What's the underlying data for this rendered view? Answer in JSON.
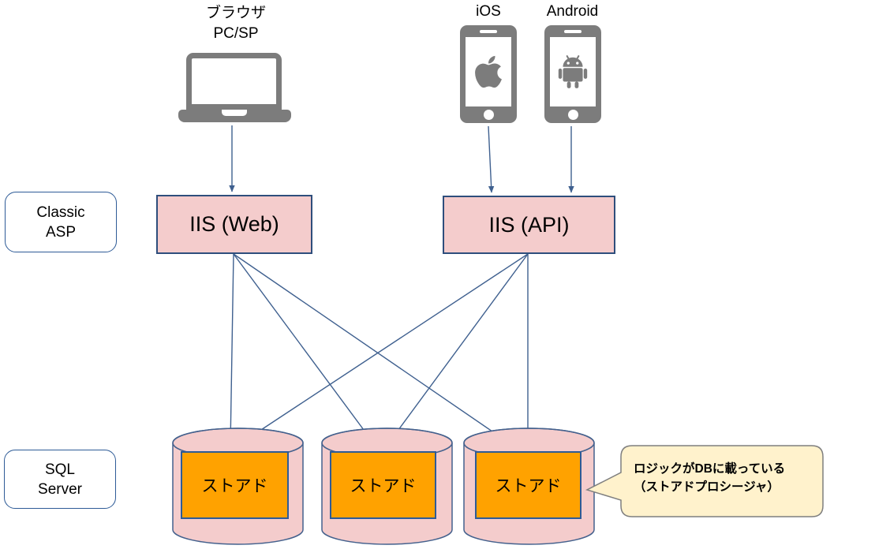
{
  "devices": {
    "browser": {
      "label_line1": "ブラウザ",
      "label_line2": "PC/SP"
    },
    "ios": {
      "label": "iOS"
    },
    "android": {
      "label": "Android"
    }
  },
  "tiers": {
    "classic_asp": {
      "line1": "Classic",
      "line2": "ASP"
    },
    "sql_server": {
      "line1": "SQL",
      "line2": "Server"
    }
  },
  "servers": {
    "web": {
      "label": "IIS (Web)"
    },
    "api": {
      "label": "IIS (API)"
    }
  },
  "databases": [
    {
      "label": "ストアド"
    },
    {
      "label": "ストアド"
    },
    {
      "label": "ストアド"
    }
  ],
  "callout": {
    "line1": "ロジックがDBに載っている",
    "line2": "（ストアドプロシージャ）"
  },
  "icons": {
    "laptop": "laptop-icon",
    "apple": "apple-icon",
    "android_robot": "android-robot-icon",
    "database": "database-cylinder-icon"
  },
  "colors": {
    "box_fill_pink": "#F4CCCC",
    "box_border_navy": "#2E4E7C",
    "arrow_blue": "#3F608F",
    "stored_orange": "#FFA200",
    "stored_border": "#2E5B97",
    "callout_fill": "#FFF2CC",
    "callout_border": "#7F7F7F",
    "device_gray": "#7C7C7C"
  }
}
